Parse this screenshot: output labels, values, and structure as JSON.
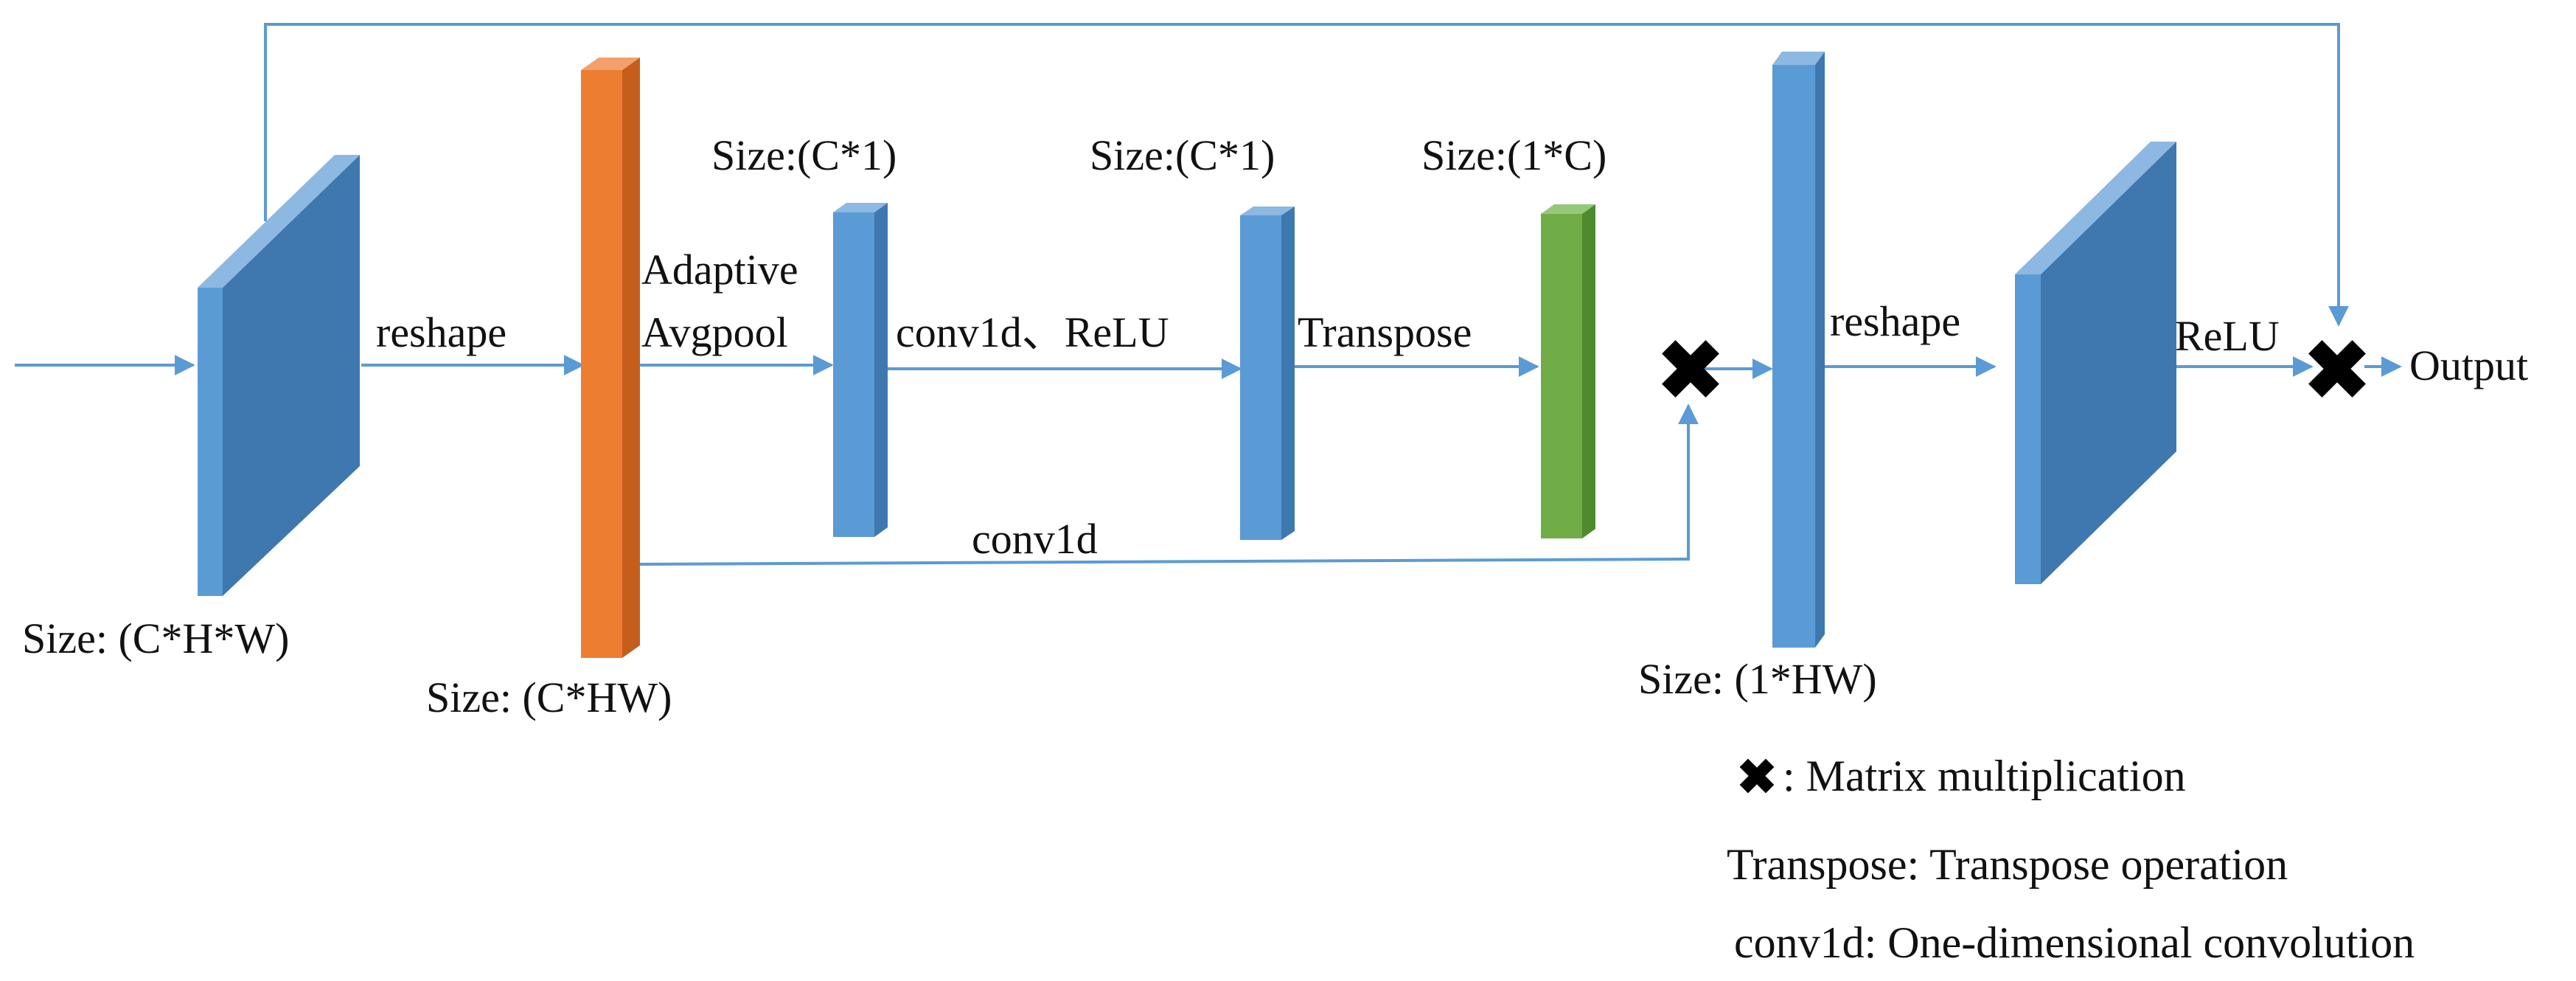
{
  "colors": {
    "blue_front": "#5B9BD5",
    "blue_side": "#3E78AE",
    "blue_top": "#8CB8E2",
    "orange_front": "#ED7D31",
    "orange_side": "#C65E1B",
    "orange_top": "#F4A06A",
    "green_front": "#70AD47",
    "green_side": "#4E8A2E",
    "green_top": "#96C87A",
    "arrow": "#5B9BD5",
    "text": "#111111"
  },
  "labels": {
    "size_input": "Size: (C*H*W)",
    "size_reshaped": "Size: (C*HW)",
    "size_pool": "Size:(C*1)",
    "size_conv": "Size:(C*1)",
    "size_transpose": "Size:(1*C)",
    "size_attention": "Size: (1*HW)",
    "op_reshape_1": "reshape",
    "op_adaptive_1": "Adaptive",
    "op_adaptive_2": "Avgpool",
    "op_conv_relu": "conv1d、ReLU",
    "op_transpose": "Transpose",
    "op_conv1d": "conv1d",
    "op_reshape_2": "reshape",
    "op_relu": "ReLU",
    "output": "Output"
  },
  "legend": {
    "matmul_desc": ": Matrix multiplication",
    "transpose_desc": "Transpose: Transpose operation",
    "conv1d_desc": "conv1d: One-dimensional convolution"
  },
  "icons": {
    "multiply": "cross-mark-icon"
  }
}
